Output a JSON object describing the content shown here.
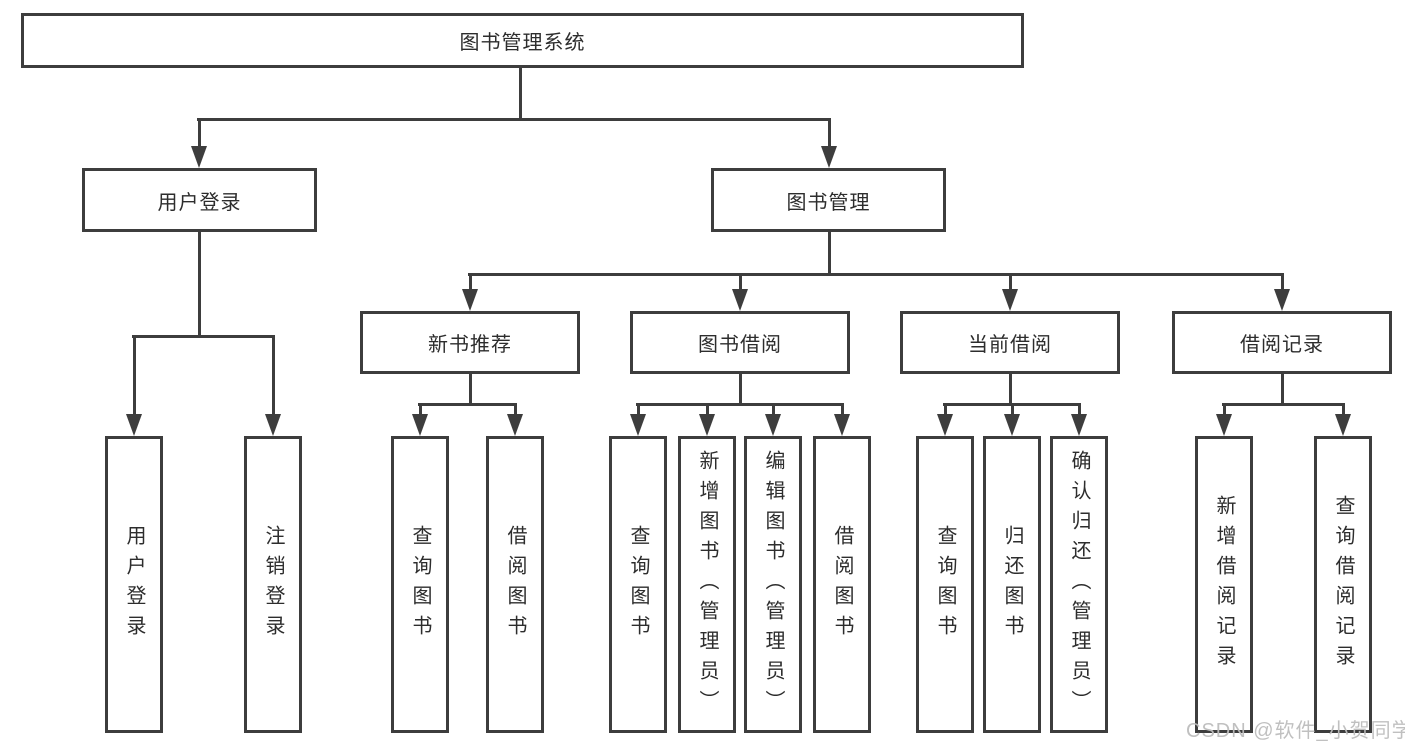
{
  "diagram": {
    "root": {
      "label": "图书管理系统"
    },
    "children": [
      {
        "label": "用户登录",
        "children": [
          {
            "label": "用户登录"
          },
          {
            "label": "注销登录"
          }
        ]
      },
      {
        "label": "图书管理",
        "children": [
          {
            "label": "新书推荐",
            "children": [
              {
                "label": "查询图书"
              },
              {
                "label": "借阅图书"
              }
            ]
          },
          {
            "label": "图书借阅",
            "children": [
              {
                "label": "查询图书"
              },
              {
                "label": "新增图书（管理员）"
              },
              {
                "label": "编辑图书（管理员）"
              },
              {
                "label": "借阅图书"
              }
            ]
          },
          {
            "label": "当前借阅",
            "children": [
              {
                "label": "查询图书"
              },
              {
                "label": "归还图书"
              },
              {
                "label": "确认归还（管理员）"
              }
            ]
          },
          {
            "label": "借阅记录",
            "children": [
              {
                "label": "新增借阅记录"
              },
              {
                "label": "查询借阅记录"
              }
            ]
          }
        ]
      }
    ]
  },
  "colors": {
    "line": "#3d3d3d",
    "text": "#2d2d2d",
    "watermark": "#bdbdbd",
    "background": "#ffffff"
  },
  "watermark": "CSDN @软件_小贺同学"
}
